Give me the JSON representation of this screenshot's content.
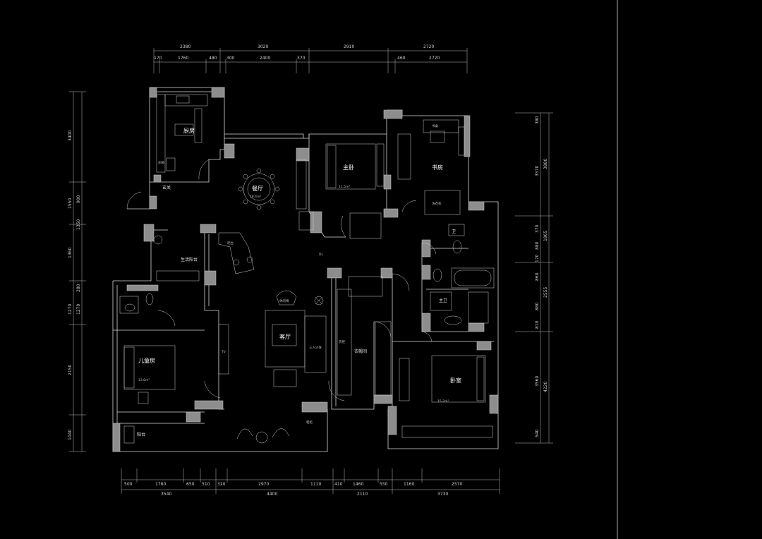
{
  "dimensions": {
    "top_outer": [
      "2380",
      "3020",
      "2910",
      "2720"
    ],
    "top_inner": [
      "170",
      "1760",
      "480",
      "300",
      "2400",
      "370",
      "460",
      "2720"
    ],
    "bottom_inner": [
      "500",
      "1760",
      "650",
      "510",
      "320",
      "2970",
      "1110",
      "410",
      "1460",
      "550",
      "1160",
      "2570"
    ],
    "bottom_outer": [
      "3540",
      "4400",
      "2110",
      "3730"
    ],
    "left": [
      "3400",
      "1550",
      "900",
      "1360",
      "1270",
      "1270",
      "280",
      "1350",
      "2150",
      "1040"
    ],
    "right_inner": [
      "380",
      "3570",
      "370",
      "880",
      "170",
      "860",
      "880",
      "810",
      "3560",
      "540"
    ],
    "right_outer": [
      "3880",
      "1865",
      "2555",
      "4220"
    ]
  },
  "rooms": {
    "kitchen": "厨房",
    "dining": "餐厅",
    "living": "客厅",
    "master_bedroom": "主卧",
    "bedroom_1": "卧室",
    "bedroom_2": "儿童房",
    "study": "书房",
    "bathroom_1": "卫",
    "bathroom_2": "主卫",
    "closet": "衣帽间",
    "balcony_1": "阳台",
    "balcony_2": "生活阳台",
    "entry": "玄关"
  },
  "labels": {
    "area_1": "11.5m²",
    "area_2": "13.6m²",
    "area_3": "15.2m²",
    "area_4": "18.4m²",
    "sofa": "三人沙发",
    "chair": "休闲椅",
    "tv": "TV",
    "wardrobe": "衣柜",
    "shoe": "鞋柜",
    "fridge": "冰箱",
    "bar": "吧台",
    "desk": "书桌",
    "wash": "洗衣机",
    "ref_mark": "DL"
  }
}
